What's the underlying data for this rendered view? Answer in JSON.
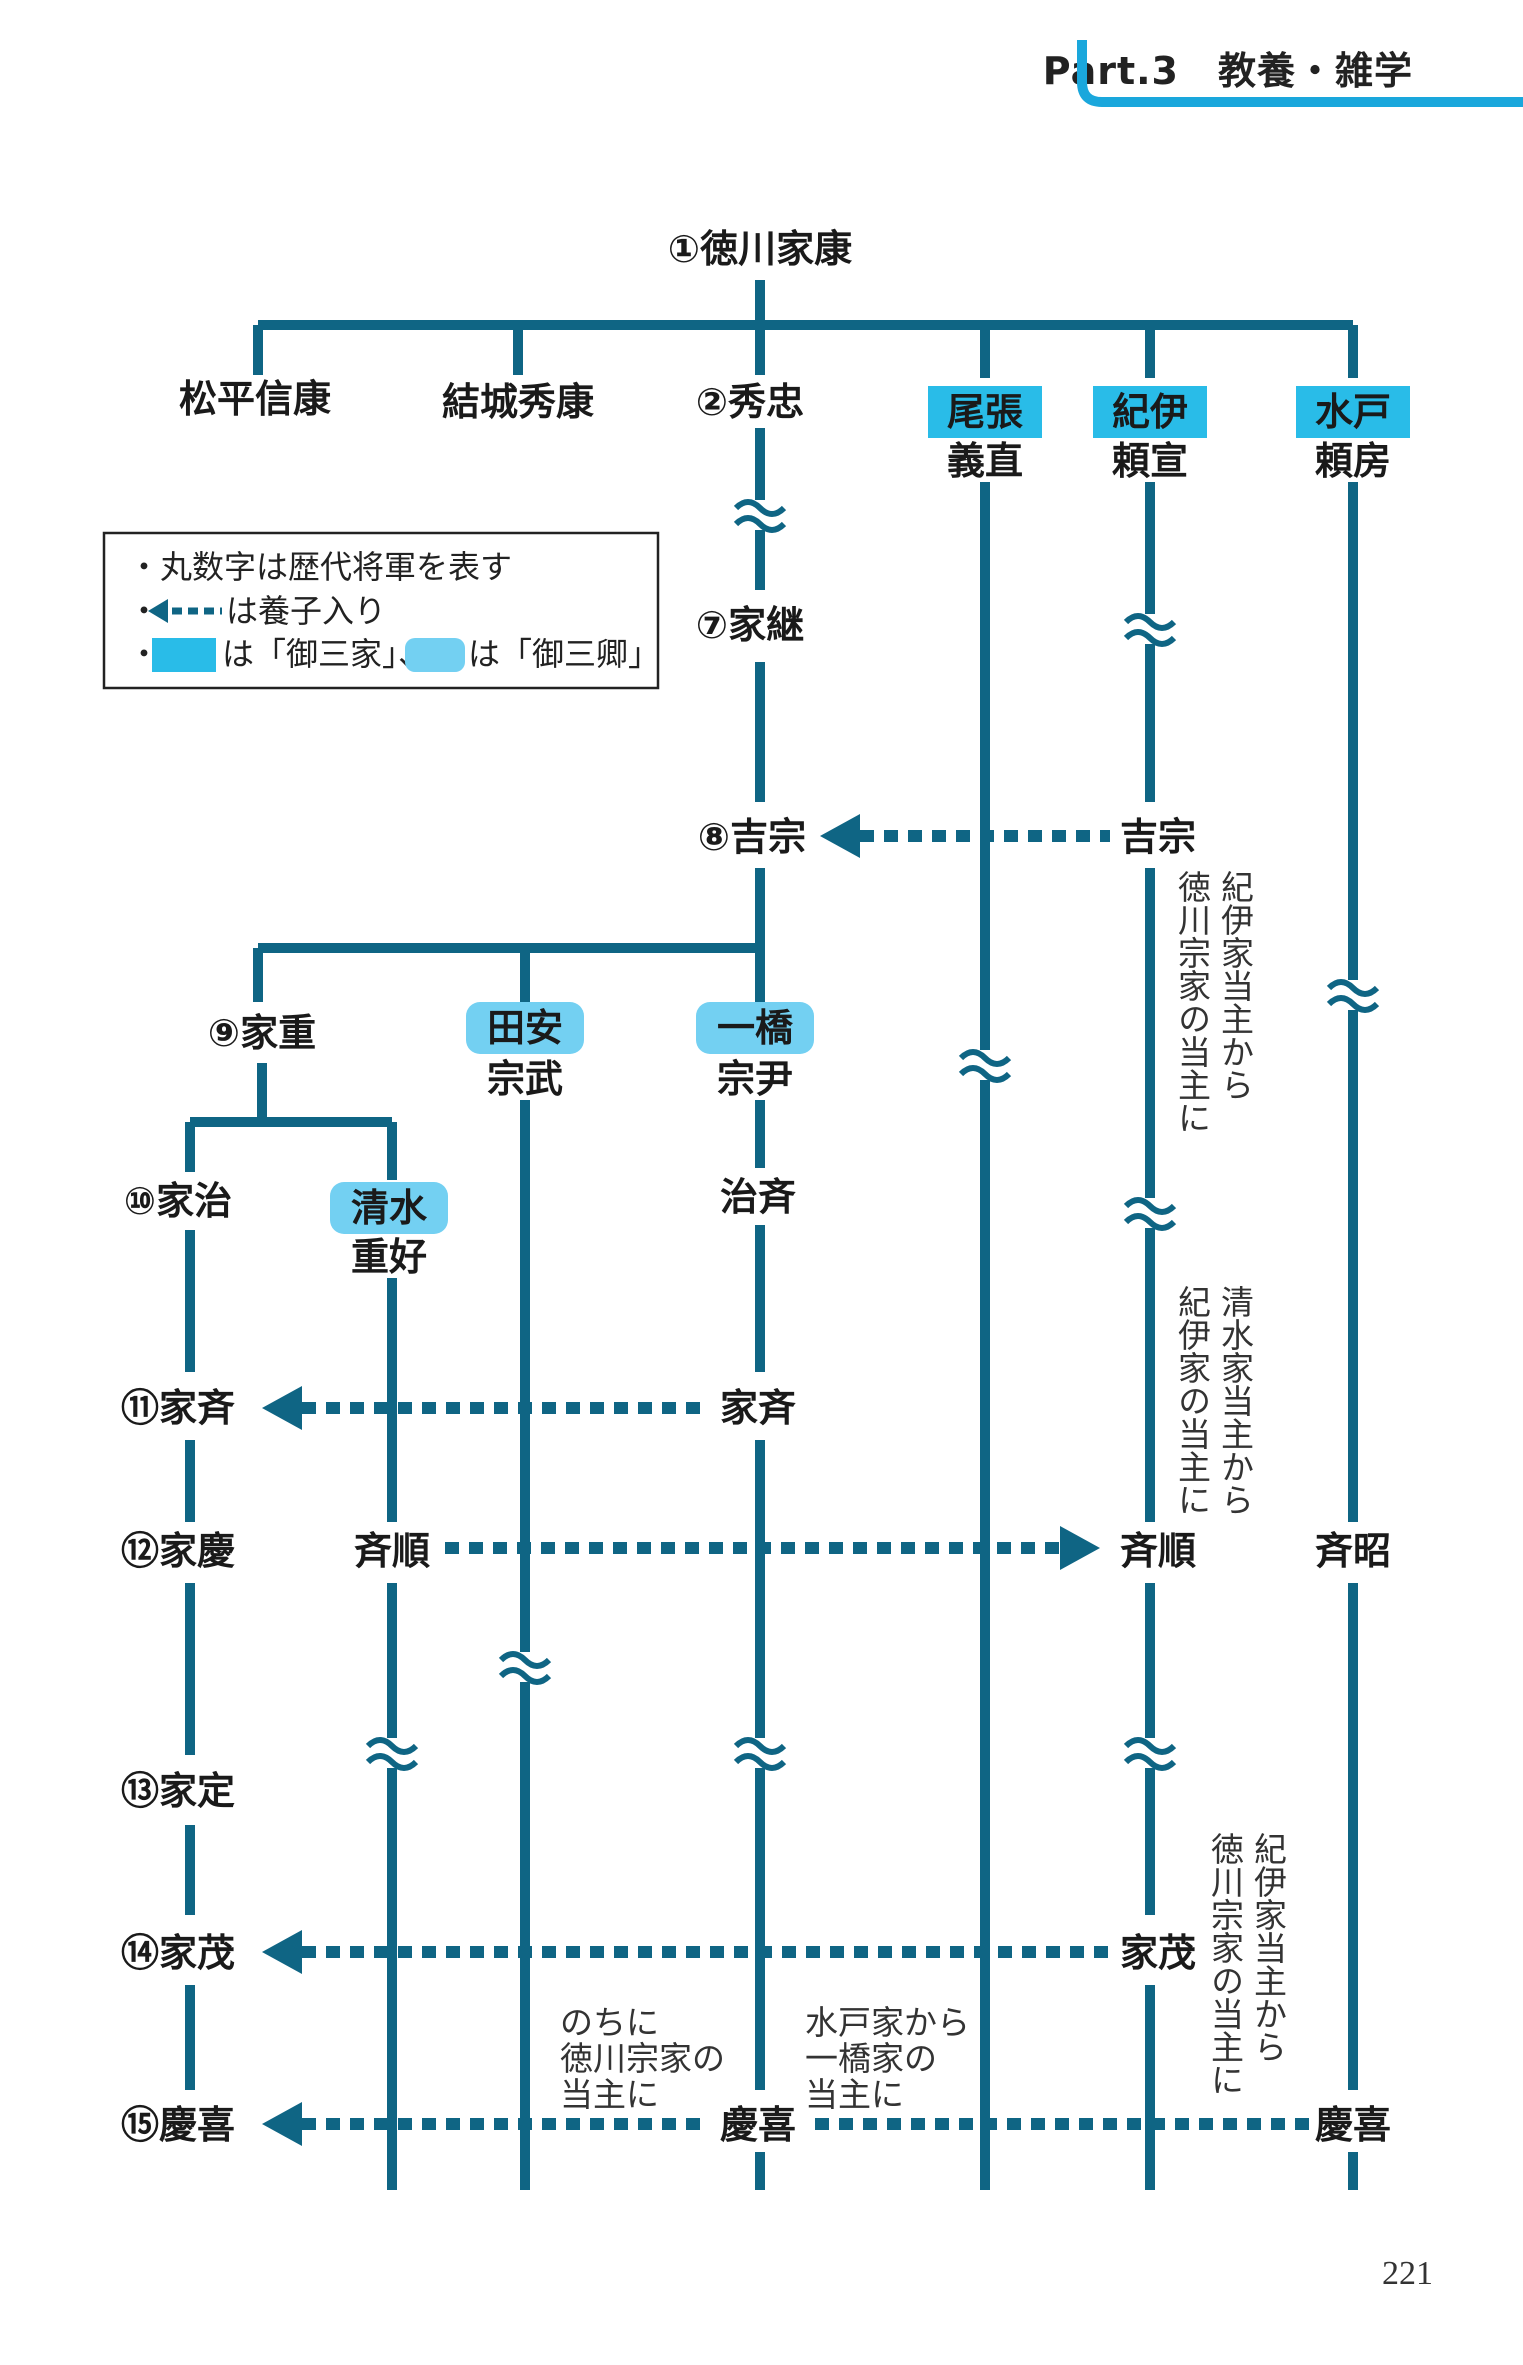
{
  "header": {
    "title": "Part.3　教養・雑学"
  },
  "page_number": "221",
  "colors": {
    "line": "#0f6584",
    "gosanke": "#29bce8",
    "gosankyo": "#73d0f2",
    "header_accent": "#1aa7dc"
  },
  "legend": {
    "line1": "・丸数字は歴代将軍を表す",
    "line2": "は養子入り",
    "line3_a": "は「御三家」、",
    "line3_b": "は「御三卿」"
  },
  "nodes": {
    "ieyasu": "①徳川家康",
    "nobuyasu": "松平信康",
    "hideyasu": "結城秀康",
    "hidetada": "②秀忠",
    "owari_house": "尾張",
    "owari_head": "義直",
    "kii_house": "紀伊",
    "kii_head": "頼宣",
    "mito_house": "水戸",
    "mito_head": "頼房",
    "ietsugu": "⑦家継",
    "yoshimune8": "⑧吉宗",
    "yoshimune_kii": "吉宗",
    "ieshige": "⑨家重",
    "tayasu_house": "田安",
    "tayasu_head": "宗武",
    "hitotsubashi_house": "一橋",
    "hitotsubashi_head": "宗尹",
    "ieharu": "⑩家治",
    "shimizu_house": "清水",
    "shimizu_head": "重好",
    "harusada": "治斉",
    "ienari11": "⑪家斉",
    "ienari_hitotsubashi": "家斉",
    "ieyoshi": "⑫家慶",
    "narimasa_shimizu": "斉順",
    "narimasa_kii": "斉順",
    "nariaki": "斉昭",
    "iesada": "⑬家定",
    "iemochi14": "⑭家茂",
    "iemochi_kii": "家茂",
    "yoshinobu15": "⑮慶喜",
    "yoshinobu_hitotsubashi": "慶喜",
    "yoshinobu_mito": "慶喜"
  },
  "notes": {
    "yoshimune_note": [
      "紀伊家当主から",
      "徳川宗家の当主に"
    ],
    "narimasa_note": [
      "清水家当主から",
      "紀伊家の当主に"
    ],
    "iemochi_note": [
      "紀伊家当主から",
      "徳川宗家の当主に"
    ],
    "yoshinobu_later": [
      "のちに",
      "徳川宗家の",
      "当主に"
    ],
    "yoshinobu_mito_note": [
      "水戸家から",
      "一橋家の",
      "当主に"
    ]
  }
}
